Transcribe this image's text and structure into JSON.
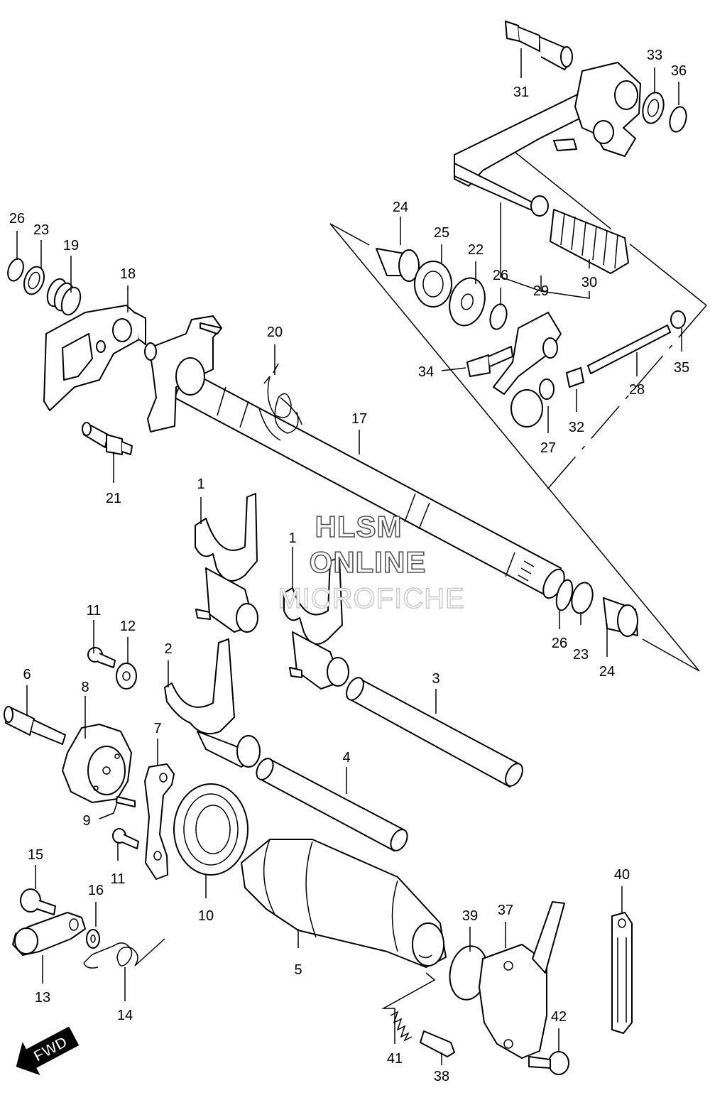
{
  "watermark": {
    "line1": "HLSM",
    "line2": "ONLINE",
    "line3": "MICROFICHE"
  },
  "direction_label": "FWD",
  "callouts": [
    {
      "id": "c1a",
      "text": "1"
    },
    {
      "id": "c1b",
      "text": "1"
    },
    {
      "id": "c2",
      "text": "2"
    },
    {
      "id": "c3",
      "text": "3"
    },
    {
      "id": "c4",
      "text": "4"
    },
    {
      "id": "c5",
      "text": "5"
    },
    {
      "id": "c6",
      "text": "6"
    },
    {
      "id": "c7",
      "text": "7"
    },
    {
      "id": "c8",
      "text": "8"
    },
    {
      "id": "c9",
      "text": "9"
    },
    {
      "id": "c10",
      "text": "10"
    },
    {
      "id": "c11a",
      "text": "11"
    },
    {
      "id": "c11b",
      "text": "11"
    },
    {
      "id": "c12",
      "text": "12"
    },
    {
      "id": "c13",
      "text": "13"
    },
    {
      "id": "c14",
      "text": "14"
    },
    {
      "id": "c15",
      "text": "15"
    },
    {
      "id": "c16",
      "text": "16"
    },
    {
      "id": "c17",
      "text": "17"
    },
    {
      "id": "c18",
      "text": "18"
    },
    {
      "id": "c19",
      "text": "19"
    },
    {
      "id": "c20",
      "text": "20"
    },
    {
      "id": "c21",
      "text": "21"
    },
    {
      "id": "c22",
      "text": "22"
    },
    {
      "id": "c23a",
      "text": "23"
    },
    {
      "id": "c23b",
      "text": "23"
    },
    {
      "id": "c24a",
      "text": "24"
    },
    {
      "id": "c24b",
      "text": "24"
    },
    {
      "id": "c25",
      "text": "25"
    },
    {
      "id": "c26a",
      "text": "26"
    },
    {
      "id": "c26b",
      "text": "26"
    },
    {
      "id": "c26c",
      "text": "26"
    },
    {
      "id": "c27",
      "text": "27"
    },
    {
      "id": "c28",
      "text": "28"
    },
    {
      "id": "c29",
      "text": "29"
    },
    {
      "id": "c30",
      "text": "30"
    },
    {
      "id": "c31",
      "text": "31"
    },
    {
      "id": "c32",
      "text": "32"
    },
    {
      "id": "c33",
      "text": "33"
    },
    {
      "id": "c34",
      "text": "34"
    },
    {
      "id": "c35",
      "text": "35"
    },
    {
      "id": "c36",
      "text": "36"
    },
    {
      "id": "c37",
      "text": "37"
    },
    {
      "id": "c38",
      "text": "38"
    },
    {
      "id": "c39",
      "text": "39"
    },
    {
      "id": "c40",
      "text": "40"
    },
    {
      "id": "c41",
      "text": "41"
    },
    {
      "id": "c42",
      "text": "42"
    }
  ]
}
